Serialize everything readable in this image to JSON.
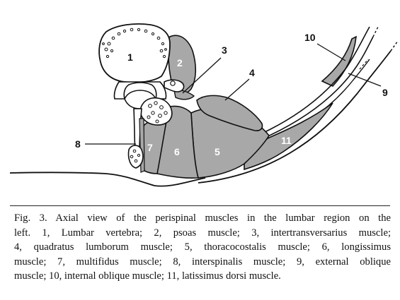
{
  "figure": {
    "labels": {
      "l1": "1",
      "l2": "2",
      "l3": "3",
      "l4": "4",
      "l5": "5",
      "l6": "6",
      "l7": "7",
      "l8": "8",
      "l9": "9",
      "l10": "10",
      "l11": "11"
    }
  },
  "caption": {
    "lines": [
      "Fig. 3. Axial view of the perispinal muscles in the lumbar region on the",
      "left. 1, Lumbar vertebra; 2, psoas muscle; 3, intertransversarius muscle;",
      "4, quadratus lumborum muscle; 5, thoracocostalis muscle; 6, longissimus",
      "muscle; 7, multifidus muscle; 8, interspinalis muscle; 9, external oblique",
      "muscle; 10, internal oblique muscle; 11, latissimus dorsi muscle."
    ]
  },
  "colors": {
    "muscle": "#a8a8a8",
    "outline": "#111111",
    "paper": "#ffffff"
  }
}
